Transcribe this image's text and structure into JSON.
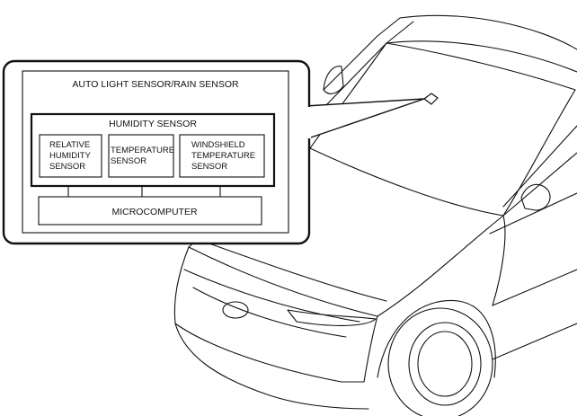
{
  "diagram": {
    "outer_label": "AUTO LIGHT SENSOR/RAIN SENSOR",
    "humidity_label": "HUMIDITY SENSOR",
    "sensors": [
      [
        "RELATIVE",
        "HUMIDITY",
        "SENSOR"
      ],
      [
        "TEMPERATURE",
        "SENSOR"
      ],
      [
        "WINDSHIELD",
        "TEMPERATURE",
        "SENSOR"
      ]
    ],
    "microcomputer_label": "MICROCOMPUTER"
  },
  "colors": {
    "line": "#111111",
    "background": "#ffffff"
  }
}
